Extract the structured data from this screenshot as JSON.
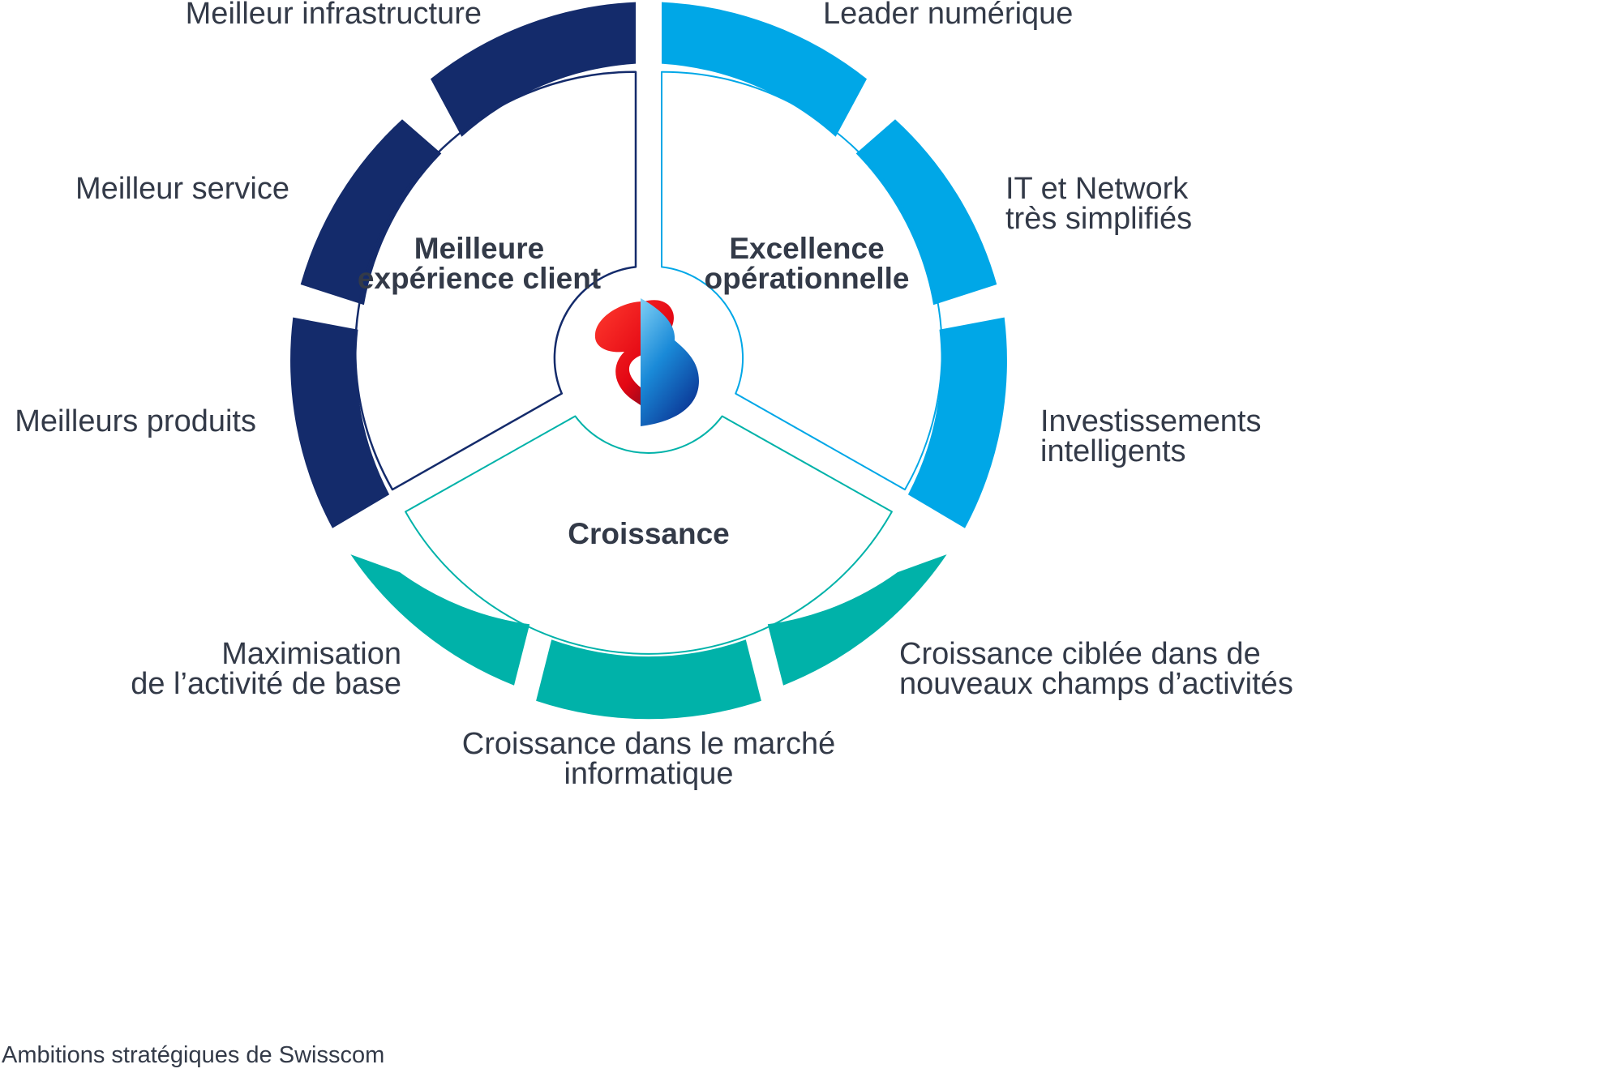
{
  "colors": {
    "dark_navy": "#142b6b",
    "light_blue": "#00a7e7",
    "teal": "#00b2a9",
    "text": "#333a48",
    "logo_red": "#e30613",
    "logo_blue": "#0a72c4"
  },
  "logo": {
    "icon": "swisscom-logo-icon"
  },
  "pillars": {
    "customer": [
      "Meilleure",
      "expérience client"
    ],
    "operational": [
      "Excellence",
      "opérationnelle"
    ],
    "growth": [
      "Croissance"
    ]
  },
  "outer_labels": {
    "infrastructure": [
      "Meilleur infrastructure"
    ],
    "service": [
      "Meilleur service"
    ],
    "products": [
      "Meilleurs produits"
    ],
    "digital_leader": [
      "Leader numérique"
    ],
    "it_network": [
      "IT et Network",
      "très simplifiés"
    ],
    "investments": [
      "Investissements",
      "intelligents"
    ],
    "core_business": [
      "Maximisation",
      "de l’activité de base"
    ],
    "it_market": [
      "Croissance dans le marché",
      "informatique"
    ],
    "new_fields": [
      "Croissance ciblée dans de",
      "nouveaux champs d’activités"
    ]
  },
  "caption": "Ambitions stratégiques de Swisscom"
}
